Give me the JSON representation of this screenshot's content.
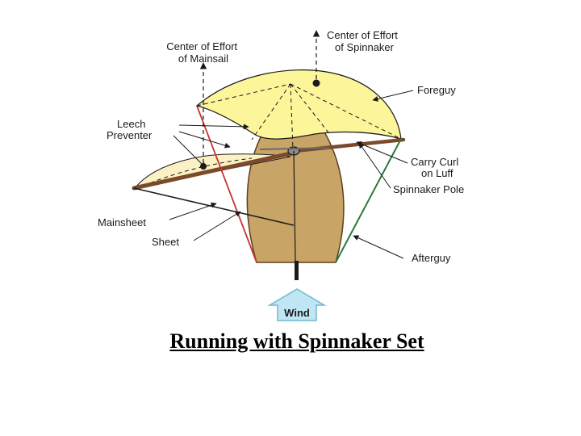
{
  "labels": {
    "ce_mainsail_line1": "Center of Effort",
    "ce_mainsail_line2": "of Mainsail",
    "ce_spinnaker_line1": "Center of Effort",
    "ce_spinnaker_line2": "of Spinnaker",
    "foreguy": "Foreguy",
    "leech_line1": "Leech",
    "leech_line2": "Preventer",
    "carry_curl_line1": "Carry Curl",
    "carry_curl_line2": "on Luff",
    "spinnaker_pole": "Spinnaker Pole",
    "mainsheet": "Mainsheet",
    "sheet": "Sheet",
    "afterguy": "Afterguy",
    "wind": "Wind"
  },
  "caption": "Running with Spinnaker Set",
  "colors": {
    "spinnaker": "#fcf59a",
    "mainsail": "#fbf1c4",
    "hull": "#c8a466",
    "boom_pole": "#7a4a2a",
    "sheet_red": "#c83232",
    "afterguy_green": "#2a7a3a",
    "wind_arrow": "#bfe6f2"
  }
}
